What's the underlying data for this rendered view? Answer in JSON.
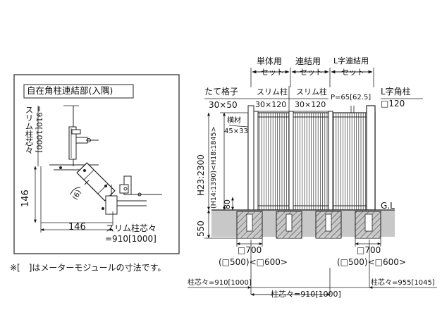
{
  "detail": {
    "title": "自在角柱連結部(入隅)",
    "slim_post_pitch_vertical": "スリム柱芯々",
    "slim_post_pitch_vertical_value": "=910[1000]",
    "dim_146_vertical": "146",
    "dim_146_horizontal": "146",
    "slim_post_pitch_bottom": "スリム柱芯々",
    "slim_post_pitch_bottom_value": "=910[1000]",
    "angle_label": "(6)"
  },
  "note": "※[　]はメーターモジュールの寸法です。",
  "elevation": {
    "single_set": [
      "単体用",
      "セット"
    ],
    "connect_set": [
      "連結用",
      "セット"
    ],
    "l_connect_set": [
      "L字連結用",
      "セット"
    ],
    "picket_label": "たて格子",
    "picket_size": "30×50",
    "slim_post_1": "スリム柱",
    "slim_post_1_size": "30×120",
    "slim_post_2": "スリム柱",
    "slim_post_2_size": "30×120",
    "p_value": "P=65[62.5]",
    "l_post": "L字角柱",
    "l_post_size": "□120",
    "rail_label": "横材",
    "rail_size": "45×33",
    "height_main": "H23:2300",
    "height_sub": "(H14:1390)<H18:1845>",
    "dim_80": "80",
    "dim_550": "550",
    "ground": "G.L",
    "found_left": "□700",
    "found_left_sub": "(□500)<□600>",
    "found_right": "□700",
    "found_right_sub": "(□500)<□600>",
    "pitch_left": "柱芯々=910[1000]",
    "pitch_right": "柱芯々=955[1045]",
    "pitch_bottom": "柱芯々=910[1000]"
  }
}
